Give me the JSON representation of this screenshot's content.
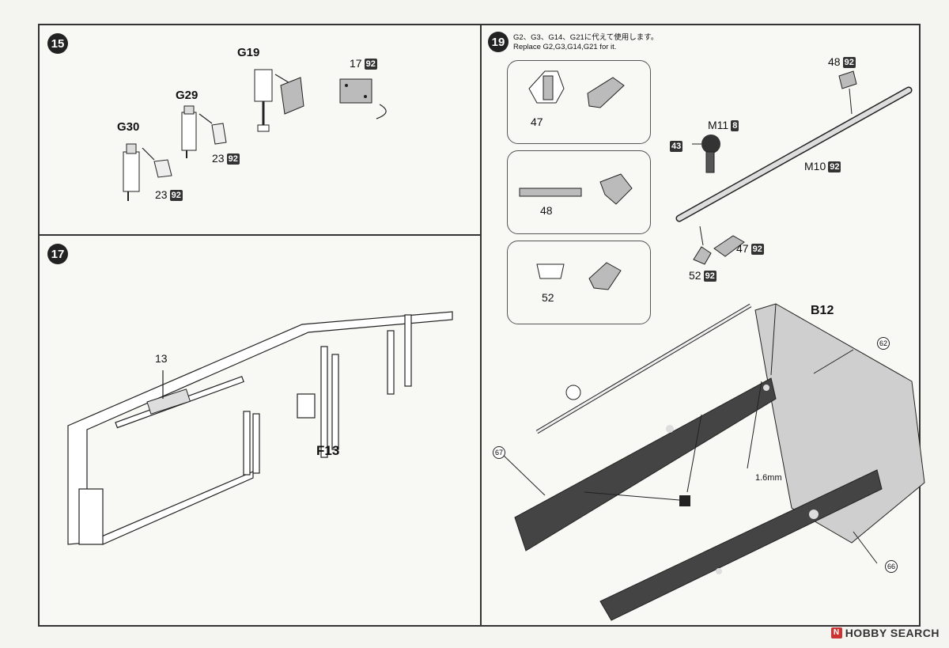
{
  "steps": {
    "s15": "15",
    "s17": "17",
    "s19": "19"
  },
  "step15": {
    "g30": "G30",
    "g29": "G29",
    "g19": "G19",
    "part17": "17",
    "part17_badge": "92",
    "part23a": "23",
    "part23a_badge": "92",
    "part23b": "23",
    "part23b_badge": "92"
  },
  "step17": {
    "part13": "13",
    "f13": "F13"
  },
  "step19": {
    "note_jp": "G2、G3、G14、G21に代えて使用します。",
    "note_en": "Replace G2,G3,G14,G21 for it.",
    "box1_label": "47",
    "box2_label": "48",
    "box3_label": "52",
    "p48": "48",
    "p48_badge": "92",
    "m11": "M11",
    "m11_badge": "8",
    "p43": "43",
    "m10": "M10",
    "m10_badge": "92",
    "p47": "47",
    "p47_badge": "92",
    "p52": "52",
    "p52_badge": "92",
    "b12": "B12",
    "c62": "62",
    "c67": "67",
    "c66": "66",
    "drill": "1.6mm"
  },
  "watermark": "HOBBY SEARCH",
  "colors": {
    "part_fill": "#444444",
    "body_fill": "#cfcfcf",
    "line": "#222222"
  }
}
